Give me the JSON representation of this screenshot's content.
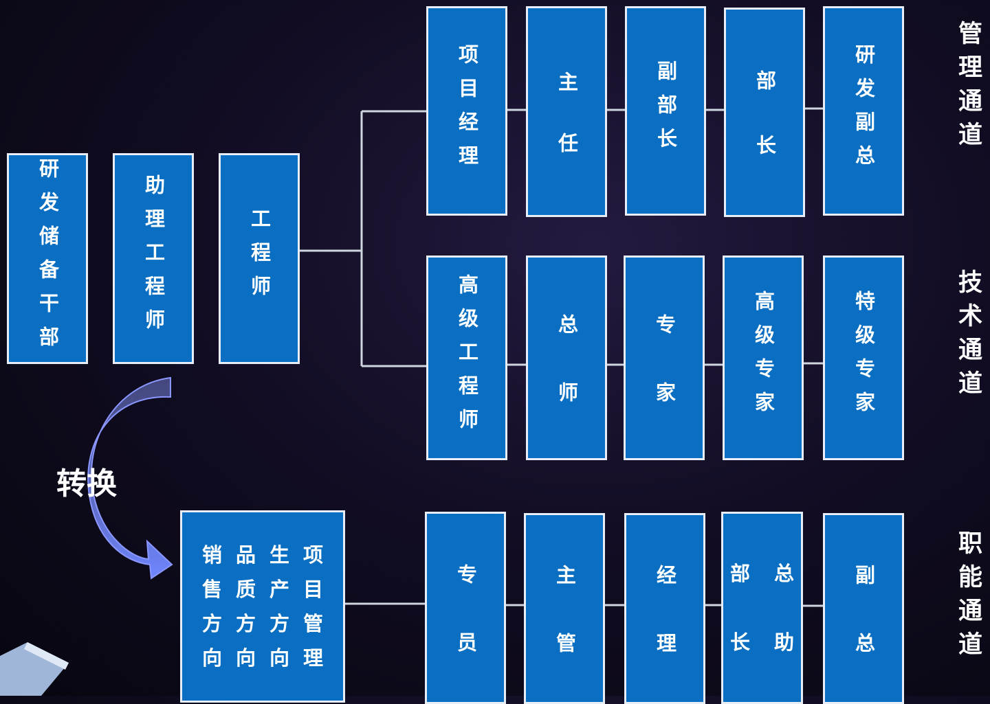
{
  "left_boxes": [
    "研发储备干部",
    "助理工程师",
    "工程师"
  ],
  "management": [
    "项目经理",
    "主任",
    "副部长",
    "部长",
    "研发副总"
  ],
  "technical": [
    "高级工程师",
    "总师",
    "专家",
    "高级专家",
    "特级专家"
  ],
  "functional": {
    "directions": [
      [
        "销售方向"
      ],
      [
        "品质方向"
      ],
      [
        "生产方向"
      ],
      [
        "项目管理"
      ]
    ],
    "grid": [
      "销",
      "品",
      "生",
      "项",
      "售",
      "质",
      "产",
      "目",
      "方",
      "方",
      "方",
      "管",
      "向",
      "向",
      "向",
      "理"
    ],
    "roles": [
      "专员",
      "主管",
      "经理"
    ],
    "assistant_grid": [
      "部",
      "总",
      "长",
      "助"
    ],
    "last": "副总"
  },
  "channels": {
    "management": "管理通道",
    "technical": "技术通道",
    "functional": "职能通道"
  },
  "convert_label": "转换",
  "colors": {
    "box_fill": "#0a6fc2",
    "box_border": "#e8eef7",
    "line": "#cfd6e0",
    "arrow": "#6a7ff0"
  }
}
